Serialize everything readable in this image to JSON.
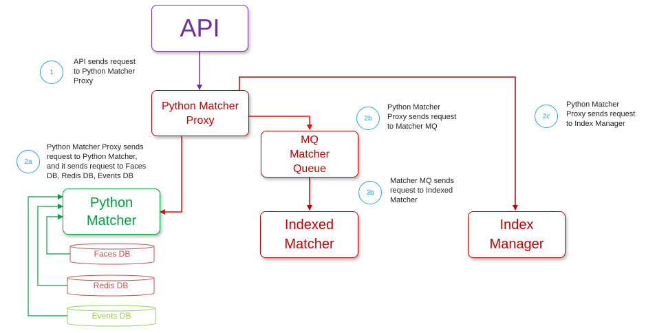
{
  "colors": {
    "api": "#7030a0",
    "red": "#c00000",
    "green": "#00a040",
    "light_green": "#92d050",
    "db_red": "#c0504d",
    "step": "#29a3d8",
    "connector_red": "#ff0000"
  },
  "nodes": {
    "api": "API",
    "proxy": "Python Matcher\nProxy",
    "mq": "MQ\nMatcher\nQueue",
    "python_matcher": "Python\nMatcher",
    "indexed_matcher": "Indexed\nMatcher",
    "index_manager": "Index\nManager"
  },
  "databases": {
    "faces": "Faces DB",
    "redis": "Redis DB",
    "events": "Events DB"
  },
  "steps": [
    {
      "label": "1",
      "note": "API sends request\nto Python Matcher\nProxy"
    },
    {
      "label": "2a",
      "note": "Python Matcher Proxy sends\nrequest to Python Matcher,\nand it sends request to Faces\nDB, Redis DB, Events DB"
    },
    {
      "label": "2b",
      "note": "Python Matcher\nProxy sends request\nto Matcher MQ"
    },
    {
      "label": "2c",
      "note": "Python Matcher\nProxy sends request\nto Index Manager"
    },
    {
      "label": "3b",
      "note": "Matcher MQ sends\nrequest to Indexed\nMatcher"
    }
  ]
}
